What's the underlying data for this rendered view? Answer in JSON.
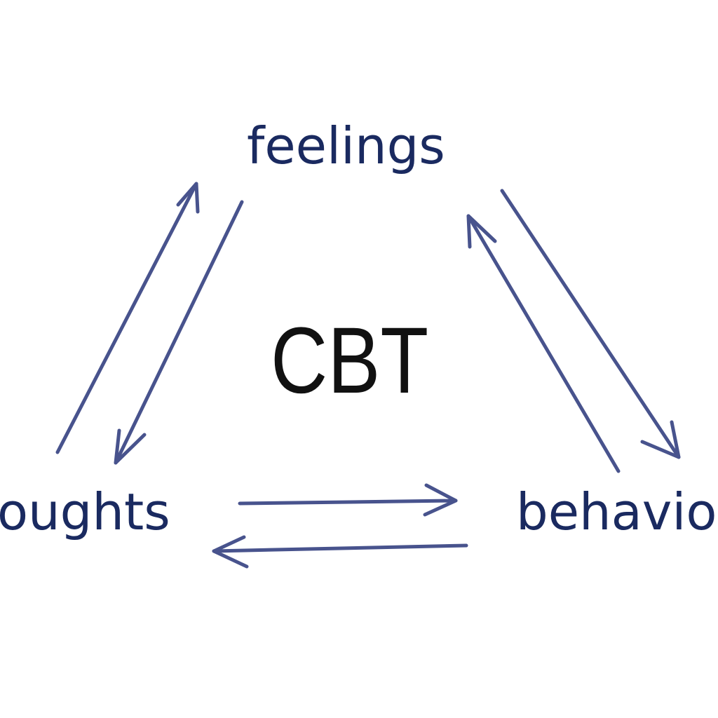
{
  "diagram": {
    "center_label": "CBT",
    "nodes": {
      "top": "feelings",
      "left": "oughts",
      "right": "behavio"
    },
    "edges": [
      {
        "from": "thoughts",
        "to": "feelings"
      },
      {
        "from": "feelings",
        "to": "thoughts"
      },
      {
        "from": "behavior",
        "to": "feelings"
      },
      {
        "from": "feelings",
        "to": "behavior"
      },
      {
        "from": "thoughts",
        "to": "behavior"
      },
      {
        "from": "behavior",
        "to": "thoughts"
      }
    ],
    "colors": {
      "text": "#1a2a60",
      "arrows": "#48538d",
      "center": "#111111"
    }
  }
}
